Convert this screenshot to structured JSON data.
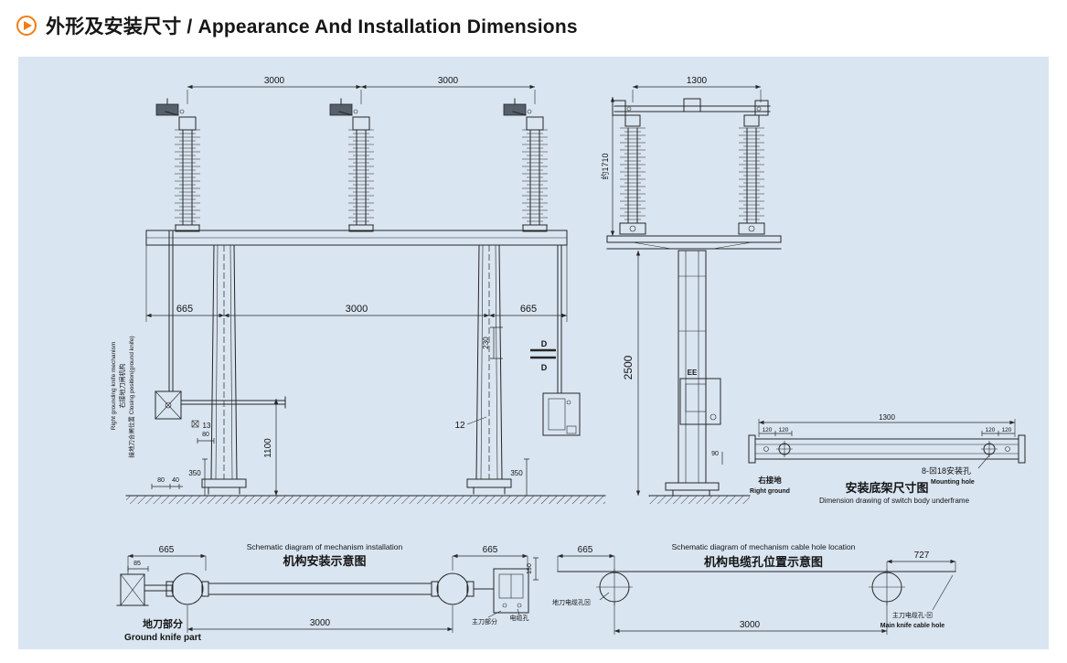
{
  "header": {
    "title": "外形及安装尺寸 / Appearance And Installation Dimensions"
  },
  "front": {
    "dim_span_a": "3000",
    "dim_span_b": "3000",
    "dim_665_l": "665",
    "dim_3000": "3000",
    "dim_665_r": "665",
    "dim_1100": "1100",
    "dim_230": "230",
    "dim_13": "13",
    "dim_80a": "80",
    "dim_350_l": "350",
    "dim_80b": "80",
    "dim_40": "40",
    "dim_350_r": "350",
    "label_12": "12",
    "section_d1": "D",
    "section_d2": "D",
    "left_mech_zh": "右接地刀闸机构",
    "left_mech_en": "Right grounding knife mechanism",
    "left_mech_sub": "接地刀合闸位置 Closing position(ground knife)"
  },
  "side": {
    "dim_1300": "1300",
    "dim_1710": "约1710",
    "dim_2500": "2500",
    "dim_90": "90",
    "label_ee": "EE"
  },
  "underframe": {
    "dim_1300": "1300",
    "dim_120a": "120",
    "dim_120b": "120",
    "dim_120c": "120",
    "dim_120d": "120",
    "holes_zh": "8-⊠18安装孔",
    "holes_en": "Mounting hole",
    "right_ground_zh": "右接地",
    "right_ground_en": "Right ground",
    "title_zh": "安装底架尺寸图",
    "title_en": "Dimension drawing of switch body underframe"
  },
  "mech_install": {
    "title_en": "Schematic diagram of mechanism installation",
    "title_zh": "机构安装示意图",
    "dim_665_l": "665",
    "dim_85": "85",
    "dim_665_r": "665",
    "dim_190": "190",
    "dim_3000": "3000",
    "ground_zh": "地刀部分",
    "ground_en": "Ground knife part",
    "main_knife": "主刀部分",
    "cable_hole": "电缆孔"
  },
  "cable_loc": {
    "title_en": "Schematic diagram of mechanism cable hole location",
    "title_zh": "机构电缆孔位置示意图",
    "dim_665": "665",
    "dim_727": "727",
    "dim_3000": "3000",
    "ground_hole": "地刀电缆孔⊠",
    "main_hole_zh": "主刀电缆孔-⊠",
    "main_hole_en": "Main knife cable hole"
  }
}
